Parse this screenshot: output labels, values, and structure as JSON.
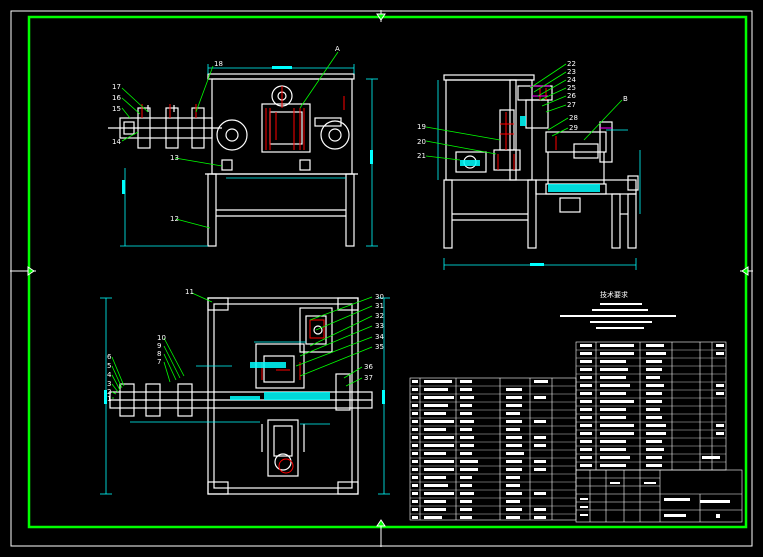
{
  "colors": {
    "background": "#000000",
    "frame": "#00ff00",
    "outline": "#ffffff",
    "dimension": "#00ffff",
    "leader": "#00ff00",
    "hidden": "#ff0000",
    "magenta": "#ff00ff",
    "text": "#ffffff"
  },
  "front_view_labels": [
    "18",
    "17",
    "16",
    "15",
    "14",
    "13",
    "12",
    "A"
  ],
  "side_view_labels": [
    "22",
    "23",
    "24",
    "25",
    "26",
    "27",
    "B",
    "28",
    "29",
    "19",
    "20",
    "21"
  ],
  "plan_view_labels_left": [
    "11",
    "10",
    "9",
    "8",
    "7",
    "6",
    "5",
    "4",
    "3",
    "2",
    "1"
  ],
  "plan_view_labels_right": [
    "30",
    "31",
    "32",
    "33",
    "34",
    "35",
    "36",
    "37"
  ],
  "tech_notes_heading": "技术要求"
}
